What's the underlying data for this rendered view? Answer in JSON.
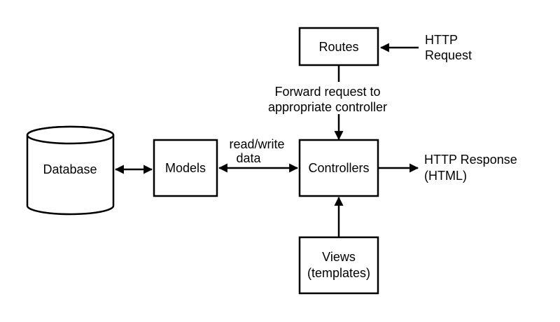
{
  "diagram": {
    "background_color": "#ffffff",
    "line_color": "#000000",
    "nodes": {
      "routes": {
        "shape": "rectangle",
        "label": "Routes"
      },
      "database": {
        "shape": "cylinder",
        "label": "Database"
      },
      "models": {
        "shape": "rectangle",
        "label": "Models"
      },
      "controllers": {
        "shape": "rectangle",
        "label": "Controllers"
      },
      "views": {
        "shape": "rectangle",
        "label_line1": "Views",
        "label_line2": "(templates)"
      }
    },
    "edges": {
      "http_request_to_routes": {
        "direction": "one-way",
        "label_line1": "HTTP",
        "label_line2": "Request"
      },
      "routes_to_controllers": {
        "direction": "one-way",
        "label_line1": "Forward request to",
        "label_line2": "appropriate controller"
      },
      "database_models": {
        "direction": "two-way"
      },
      "models_controllers": {
        "direction": "two-way",
        "label_line1": "read/write",
        "label_line2": "data"
      },
      "views_to_controllers": {
        "direction": "one-way"
      },
      "controllers_to_http_response": {
        "direction": "one-way",
        "label_line1": "HTTP Response",
        "label_line2": "(HTML)"
      }
    }
  }
}
